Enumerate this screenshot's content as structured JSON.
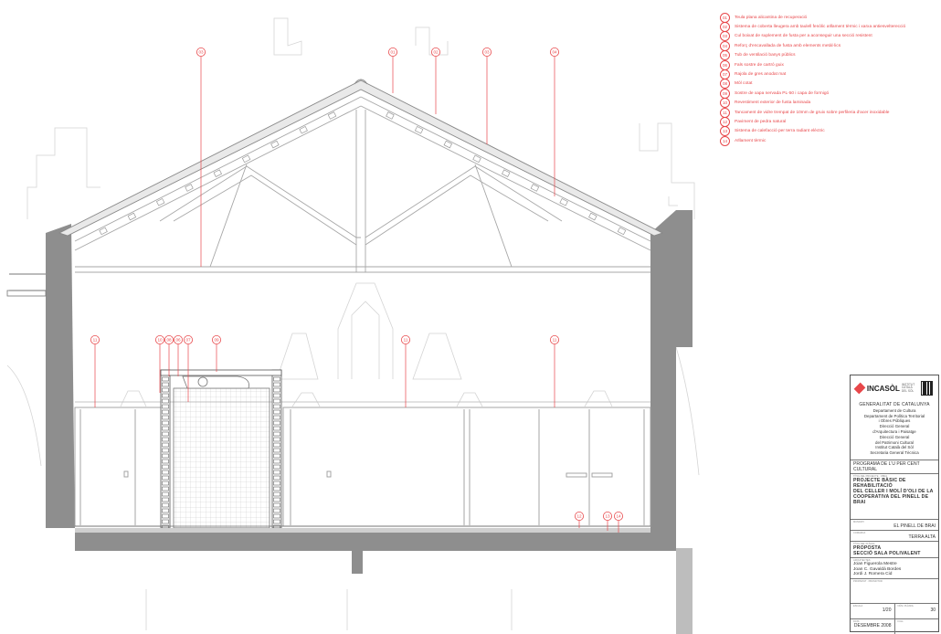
{
  "drawing": {
    "callouts_top": [
      "03",
      "01",
      "02",
      "03",
      "04"
    ],
    "callouts_mid": [
      "11",
      "10",
      "08",
      "06",
      "07",
      "09",
      "11",
      "11"
    ],
    "callouts_floor": [
      "12",
      "13",
      "14"
    ]
  },
  "legend": [
    {
      "n": "01",
      "text": "Teula plana alicantina de recuperació"
    },
    {
      "n": "02",
      "text": "Sistema de coberta lleugera amb taulell fenòlic aïllament tèrmic i xarxa antiesvelterecció"
    },
    {
      "n": "03",
      "text": "Cul boixat de suplement de fusta per a aconseguir una secció resistent"
    },
    {
      "n": "04",
      "text": "Reforç d'encavallada de fusta amb elements metàl·lics"
    },
    {
      "n": "05",
      "text": "Tub de ventilació banys públics"
    },
    {
      "n": "06",
      "text": "Fals sostre de cartró guix"
    },
    {
      "n": "07",
      "text": "Rajola de gres anodat mat"
    },
    {
      "n": "08",
      "text": "Mòl cotat"
    },
    {
      "n": "09",
      "text": "Sostre de xapa nervada PL-50 i capa de formigó"
    },
    {
      "n": "10",
      "text": "Revestiment exterior de fusta laminada"
    },
    {
      "n": "11",
      "text": "Tancament de vidre trempat de 10mm de gruix sobre perfileria d'acer inoxidable"
    },
    {
      "n": "12",
      "text": "Paviment de pedra natural"
    },
    {
      "n": "13",
      "text": "Sistema de calefacció per terra radiant elèctric"
    },
    {
      "n": "14",
      "text": "Aïllament tèrmic"
    }
  ],
  "title_block": {
    "logo_name": "INCASÒL",
    "logo_sub": [
      "INSTITUT CATALÀ",
      "DEL SÒL"
    ],
    "org": [
      "GENERALITAT DE CATALUNYA",
      "Departament de Cultura",
      "Departament de Política Territorial",
      "i Obres Públiques",
      "Direcció General",
      "d'Arquitectura i Paisatge",
      "Direcció General",
      "del Patrimoni Cultural",
      "Institut Català del Sòl",
      "Secretaria General Tècnica"
    ],
    "program": "PROGRAMA DE L'U PER CENT CULTURAL",
    "project_small": "TÍTOL DEL PROJECTE · OBRA",
    "project": [
      "PROJECTE BÀSIC DE REHABILITACIÓ",
      "DEL CELLER I MOLÍ D'OLI DE LA",
      "COOPERATIVA DEL PINELL DE BRAI"
    ],
    "municipality_small": "MUNICIPI",
    "municipality": "EL PINELL DE BRAI",
    "county_small": "COMARCA",
    "county": "TERRA ALTA",
    "plan_small": "TÍTOL DEL PLÀNOL",
    "plan": [
      "PROPOSTA",
      "SECCIÓ SALA POLIVALENT"
    ],
    "authors_small": "ARQUITECTES",
    "authors": [
      "Joan Figuerola Mestre",
      "Joan C. Gavaldà Bordes",
      "Jordi J. Romera Cid"
    ],
    "promoter_small": "PROPIETAT · PROMOTOR",
    "scale_small": "ESCALA",
    "scale": "1/20",
    "sheet_small": "NÚM. PLÀNOL",
    "sheet": "30",
    "date_small": "DATA",
    "date": "DESEMBRE 2008",
    "page_small": "FULL"
  }
}
